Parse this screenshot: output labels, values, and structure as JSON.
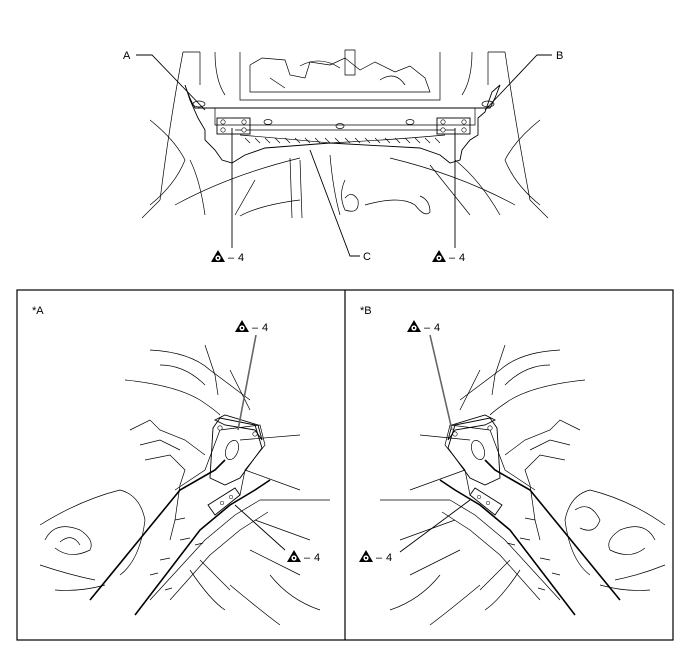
{
  "callouts": {
    "a": "A",
    "b": "B",
    "c": "C",
    "torque_top_left": "4",
    "torque_top_right": "4",
    "panel_a_label": "*A",
    "panel_b_label": "*B",
    "torque_panel_a_upper": "4",
    "torque_panel_a_lower": "4",
    "torque_panel_b_upper": "4",
    "torque_panel_b_lower": "4"
  },
  "symbols": {
    "torque_symbol": "torque-triangle-icon"
  }
}
